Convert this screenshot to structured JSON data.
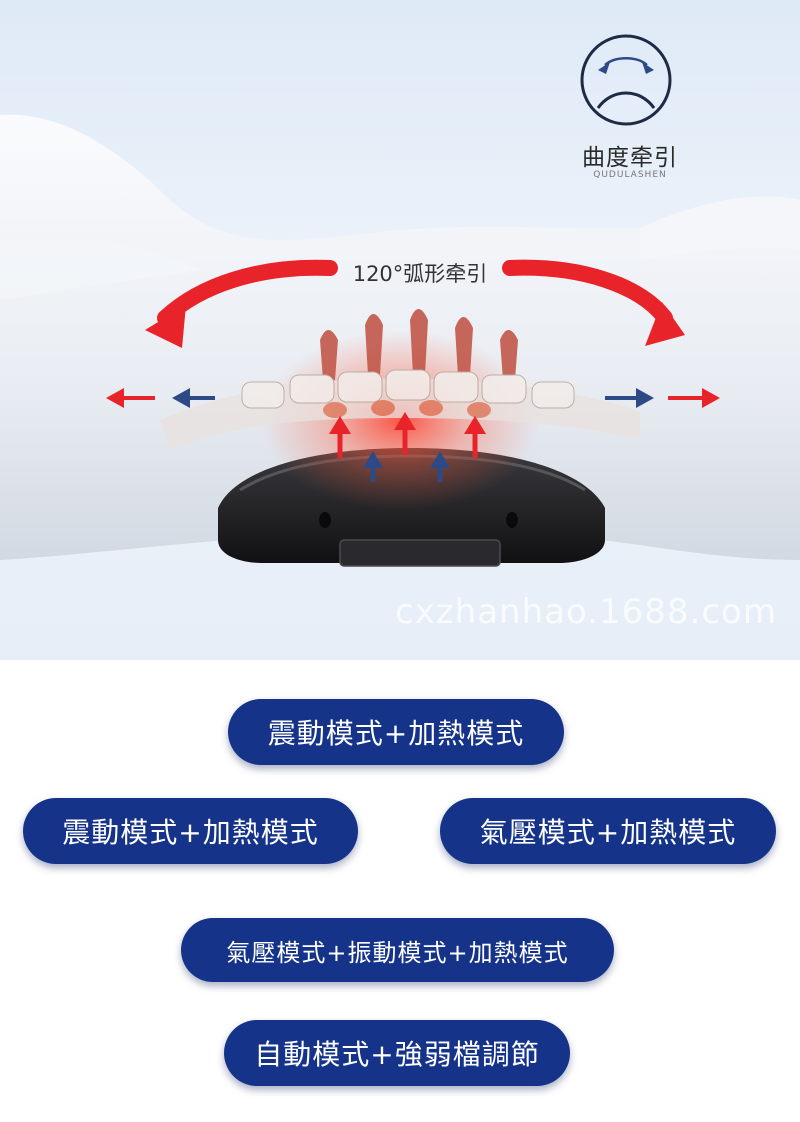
{
  "badge": {
    "title": "曲度牵引",
    "subtitle": "QUDULASHEN",
    "icon": "curvature-traction-icon"
  },
  "hero": {
    "arc_label": "120°弧形牵引",
    "watermark": "cxzhanhao.1688.com",
    "colors": {
      "arrow_red": "#e8242a",
      "arrow_navy": "#2d4a86",
      "device": "#1c1c1e"
    }
  },
  "modes": [
    {
      "label": "震動模式+加熱模式"
    },
    {
      "label": "震動模式+加熱模式"
    },
    {
      "label": "氣壓模式+加熱模式"
    },
    {
      "label": "氣壓模式+振動模式+加熱模式"
    },
    {
      "label": "自動模式+強弱檔調節"
    }
  ],
  "pill_color": "#16338a"
}
